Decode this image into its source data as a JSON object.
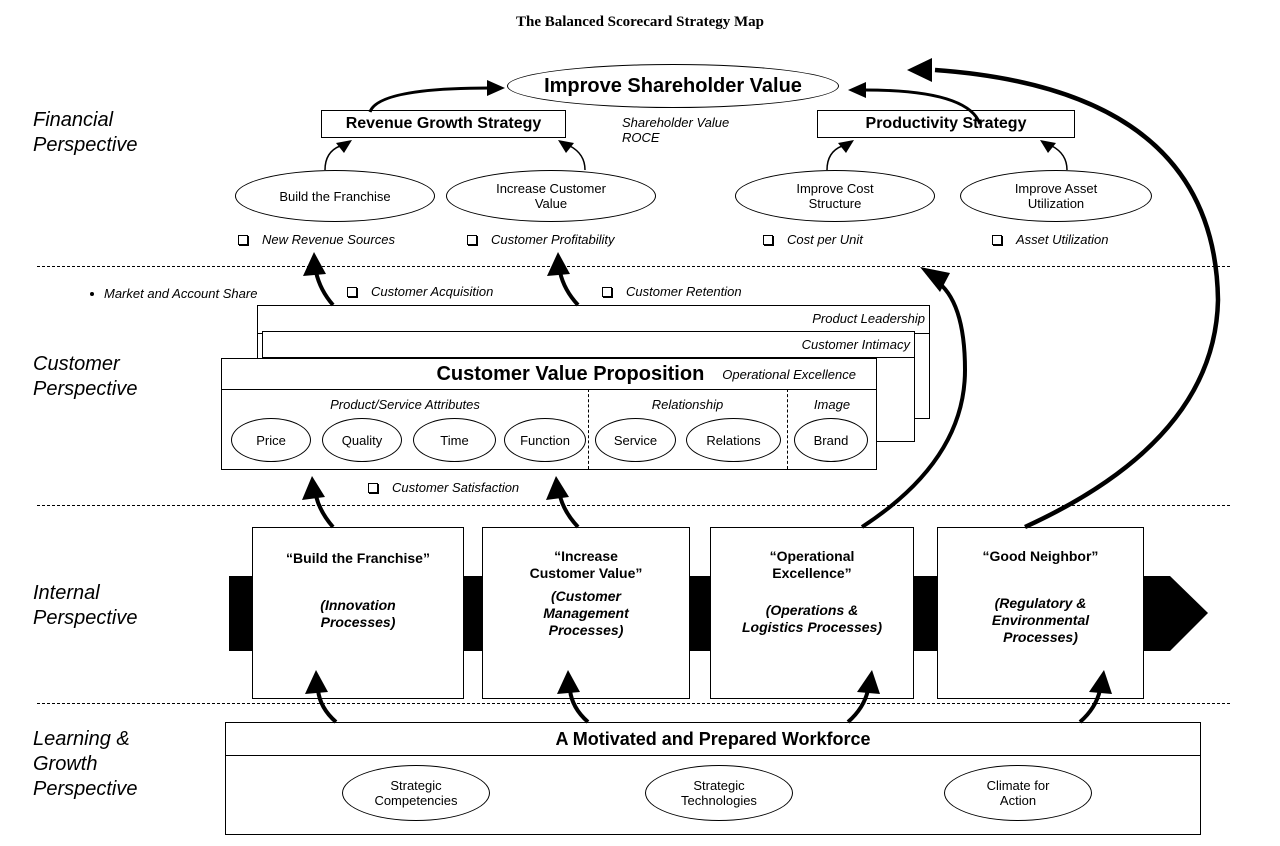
{
  "title": "The Balanced Scorecard Strategy Map",
  "perspectives": {
    "financial": [
      "Financial",
      "Perspective"
    ],
    "customer": [
      "Customer",
      "Perspective"
    ],
    "internal": [
      "Internal",
      "Perspective"
    ],
    "learning": [
      "Learning &",
      "Growth",
      "Perspective"
    ]
  },
  "financial": {
    "top_goal": "Improve Shareholder Value",
    "top_measures": [
      "Shareholder Value",
      "ROCE"
    ],
    "strategies": [
      "Revenue Growth Strategy",
      "Productivity Strategy"
    ],
    "objectives": [
      {
        "label_lines": [
          "Build the Franchise"
        ],
        "measure": "New Revenue Sources"
      },
      {
        "label_lines": [
          "Increase Customer",
          "Value"
        ],
        "measure": "Customer Profitability"
      },
      {
        "label_lines": [
          "Improve Cost",
          "Structure"
        ],
        "measure": "Cost per Unit"
      },
      {
        "label_lines": [
          "Improve Asset",
          "Utilization"
        ],
        "measure": "Asset Utilization"
      }
    ]
  },
  "customer": {
    "bullet_measure": "Market and Account Share",
    "measures": [
      "Customer Acquisition",
      "Customer Retention"
    ],
    "satisfaction_measure": "Customer Satisfaction",
    "stack_labels": [
      "Product Leadership",
      "Customer Intimacy",
      "Operational Excellence"
    ],
    "value_prop_title": "Customer Value Proposition",
    "groups": [
      {
        "label": "Product/Service Attributes",
        "items": [
          "Price",
          "Quality",
          "Time",
          "Function"
        ]
      },
      {
        "label": "Relationship",
        "items": [
          "Service",
          "Relations"
        ]
      },
      {
        "label": "Image",
        "items": [
          "Brand"
        ]
      }
    ]
  },
  "internal": {
    "processes": [
      {
        "title_lines": [
          "“Build the Franchise”"
        ],
        "sub_lines": [
          "(Innovation",
          "Processes)"
        ]
      },
      {
        "title_lines": [
          "“Increase",
          "Customer Value”"
        ],
        "sub_lines": [
          "(Customer",
          "Management",
          "Processes)"
        ]
      },
      {
        "title_lines": [
          "“Operational",
          "Excellence”"
        ],
        "sub_lines": [
          "(Operations &",
          "Logistics Processes)"
        ]
      },
      {
        "title_lines": [
          "“Good Neighbor”"
        ],
        "sub_lines": [
          "(Regulatory &",
          "Environmental",
          "Processes)"
        ]
      }
    ]
  },
  "learning": {
    "title": "A Motivated and Prepared Workforce",
    "items": [
      [
        "Strategic",
        "Competencies"
      ],
      [
        "Strategic",
        "Technologies"
      ],
      [
        "Climate for",
        "Action"
      ]
    ]
  }
}
